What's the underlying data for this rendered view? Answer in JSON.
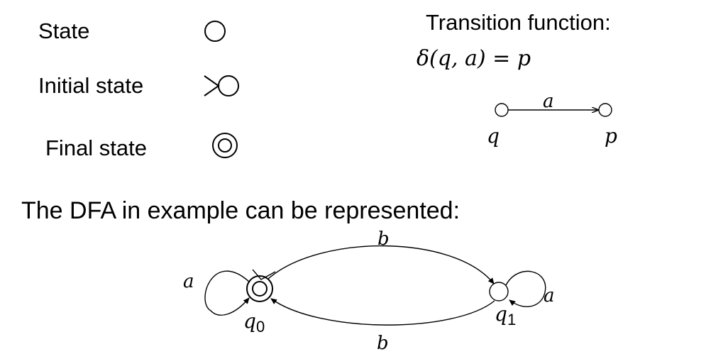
{
  "legend": {
    "state_label": "State",
    "initial_label": "Initial state",
    "final_label": "Final state"
  },
  "transition": {
    "heading": "Transition function:",
    "formula": "δ(q, a) = p",
    "from_label": "q",
    "to_label": "p",
    "symbol": "a"
  },
  "dfa": {
    "caption": "The DFA in example can be represented:",
    "states": [
      {
        "label": "q",
        "subscript": "0",
        "initial": true,
        "final": true
      },
      {
        "label": "q",
        "subscript": "1",
        "initial": false,
        "final": false
      }
    ],
    "edges": [
      {
        "from": "q0",
        "to": "q0",
        "symbol": "a"
      },
      {
        "from": "q0",
        "to": "q1",
        "symbol": "b"
      },
      {
        "from": "q1",
        "to": "q0",
        "symbol": "b"
      },
      {
        "from": "q1",
        "to": "q1",
        "symbol": "a"
      }
    ]
  }
}
